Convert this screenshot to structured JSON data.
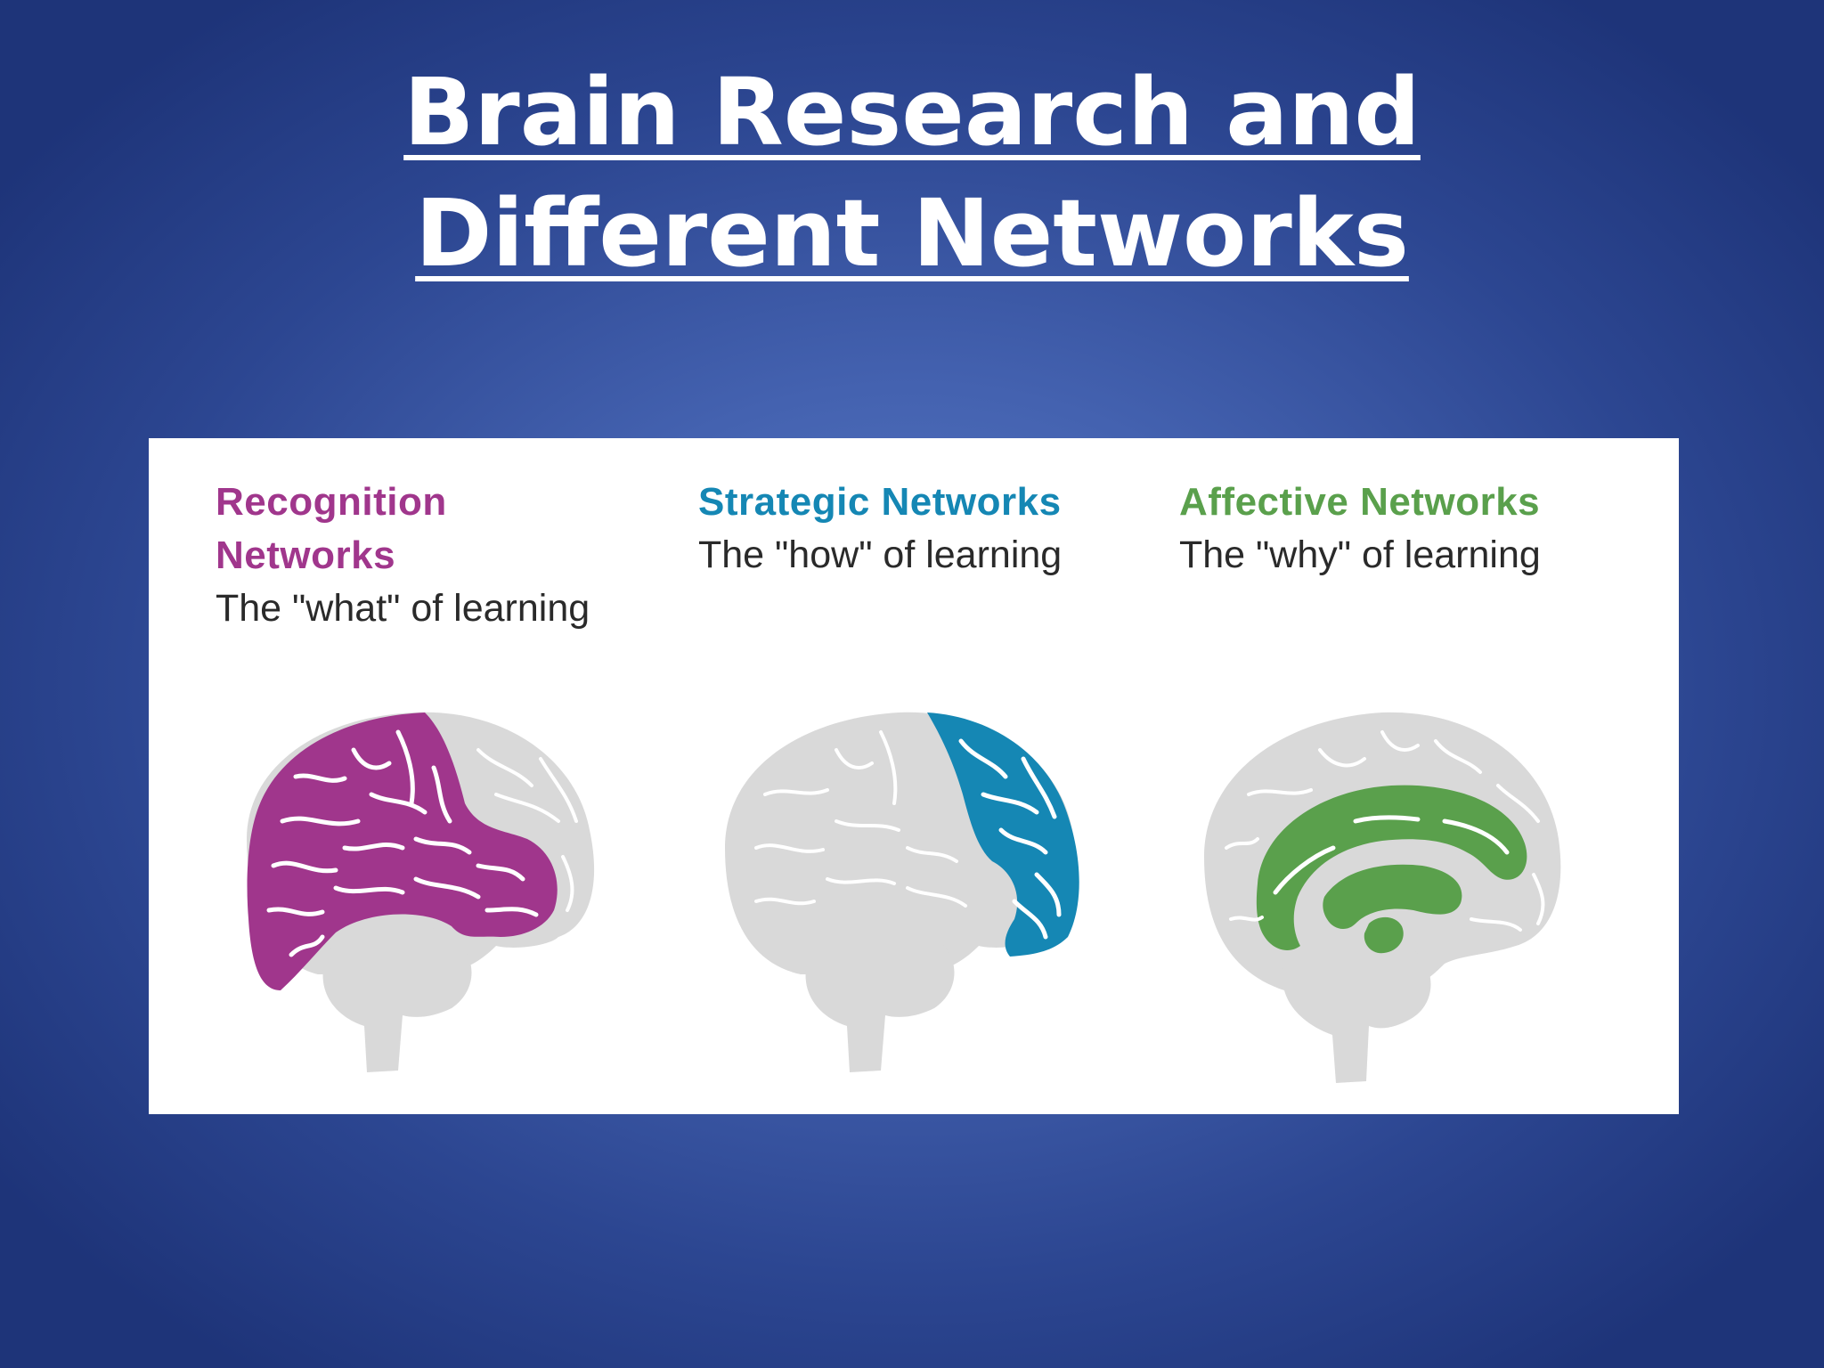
{
  "slide": {
    "title_line1": "Brain Research and",
    "title_line2": "Different Networks"
  },
  "networks": [
    {
      "name": "Recognition\nNetworks",
      "tagline": "The \"what\" of learning",
      "color": "#a0368c",
      "icon": "brain-lateral-back-highlight-icon"
    },
    {
      "name": "Strategic Networks",
      "tagline": "The \"how\" of learning",
      "color": "#1587b4",
      "icon": "brain-lateral-front-highlight-icon"
    },
    {
      "name": "Affective Networks",
      "tagline": "The \"why\" of learning",
      "color": "#5aa04c",
      "icon": "brain-medial-limbic-highlight-icon"
    }
  ],
  "colors": {
    "brain_gray": "#d9d9d9",
    "sulci": "#ffffff",
    "background": "#3a58a8"
  }
}
